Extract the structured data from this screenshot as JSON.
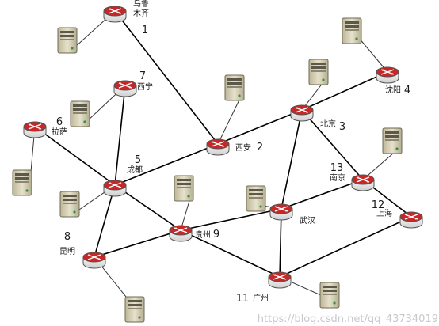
{
  "nodes": [
    {
      "id": "n1",
      "number": "1",
      "name": [
        "乌鲁",
        "木齐"
      ]
    },
    {
      "id": "n2",
      "number": "2",
      "name": [
        "西安"
      ]
    },
    {
      "id": "n3",
      "number": "3",
      "name": [
        "北京"
      ]
    },
    {
      "id": "n4",
      "number": "4",
      "name": [
        "沈阳"
      ]
    },
    {
      "id": "n5",
      "number": "5",
      "name": [
        "成都"
      ]
    },
    {
      "id": "n6",
      "number": "6",
      "name": [
        "拉萨"
      ]
    },
    {
      "id": "n7",
      "number": "7",
      "name": [
        "西宁"
      ]
    },
    {
      "id": "n8",
      "number": "8",
      "name": [
        "昆明"
      ]
    },
    {
      "id": "n9",
      "number": "9",
      "name": [
        "贵州"
      ]
    },
    {
      "id": "n10",
      "number": "",
      "name": [
        "武汉"
      ]
    },
    {
      "id": "n11",
      "number": "11",
      "name": [
        "广州"
      ]
    },
    {
      "id": "n12",
      "number": "12",
      "name": [
        "上海"
      ]
    },
    {
      "id": "n13",
      "number": "13",
      "name": [
        "南京"
      ]
    }
  ],
  "links": [
    [
      "n1",
      "n2"
    ],
    [
      "n7",
      "n5"
    ],
    [
      "n6",
      "n5"
    ],
    [
      "n5",
      "n2"
    ],
    [
      "n5",
      "n8"
    ],
    [
      "n5",
      "n9"
    ],
    [
      "n2",
      "n3"
    ],
    [
      "n3",
      "n4"
    ],
    [
      "n3",
      "n13"
    ],
    [
      "n3",
      "n10"
    ],
    [
      "n13",
      "n12"
    ],
    [
      "n9",
      "n8"
    ],
    [
      "n9",
      "n10"
    ],
    [
      "n9",
      "n11"
    ],
    [
      "n10",
      "n13"
    ],
    [
      "n10",
      "n11"
    ],
    [
      "n11",
      "n12"
    ]
  ],
  "watermark": "https://blog.csdn.net/qq_43734019",
  "colors": {
    "router_body": "#f2f2f2",
    "router_top": "#c62828",
    "line": "#000000",
    "server_body": "#d8d3bc"
  }
}
